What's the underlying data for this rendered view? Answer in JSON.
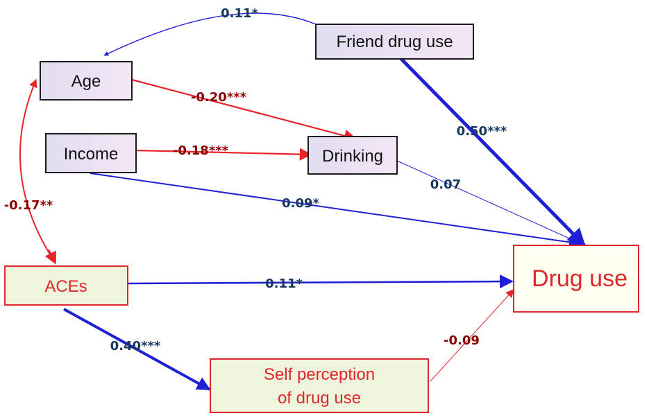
{
  "nodes": {
    "friend_drug_use": {
      "label": "Friend drug use"
    },
    "age": {
      "label": "Age"
    },
    "income": {
      "label": "Income"
    },
    "drinking": {
      "label": "Drinking"
    },
    "aces": {
      "label": "ACEs"
    },
    "drug_use": {
      "label": "Drug use"
    },
    "self_perception": {
      "label_line1": "Self perception",
      "label_line2": "of drug use"
    }
  },
  "paths": {
    "friend_to_age": "0.11*",
    "age_to_drinking": "-0.20***",
    "income_to_drinking": "-0.18***",
    "friend_to_druguse": "0.50***",
    "drinking_to_druguse": "0.07",
    "income_to_druguse": "0.09*",
    "age_aces": "-0.17**",
    "aces_to_druguse": "0.11*",
    "aces_to_selfperception": "0.40***",
    "selfperception_to_druguse": "-0.09"
  },
  "colors": {
    "positive": "#1f1fd6",
    "negative": "#e8232a",
    "positive_label": "#17375e",
    "negative_label": "#8b0000",
    "exog_fill": "#ede5f6",
    "exog_border": "#1a1a1a",
    "outcome_fill": "#fffff2",
    "outcome_border": "#e0262d",
    "outcome_text": "#e0262d",
    "green_fill": "#eef5dc"
  }
}
